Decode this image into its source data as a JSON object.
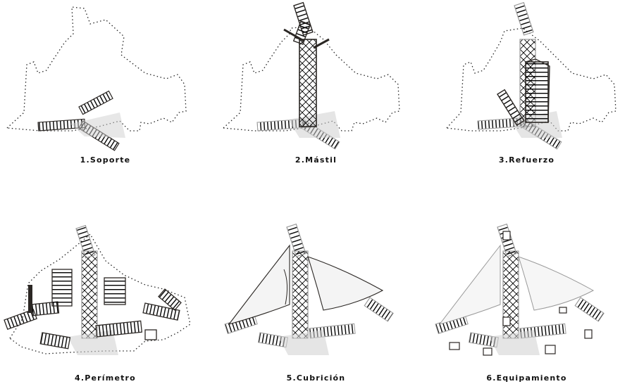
{
  "colors": {
    "dark": "#2b2724",
    "grey": "#9a9a9a",
    "shadow": "#c4c4c4",
    "dot": "#222222"
  },
  "panels": [
    {
      "label": "1.Soporte"
    },
    {
      "label": "2.Mástil"
    },
    {
      "label": "3.Refuerzo"
    },
    {
      "label": "4.Perímetro"
    },
    {
      "label": "5.Cubrición"
    },
    {
      "label": "6.Equipamiento"
    }
  ]
}
